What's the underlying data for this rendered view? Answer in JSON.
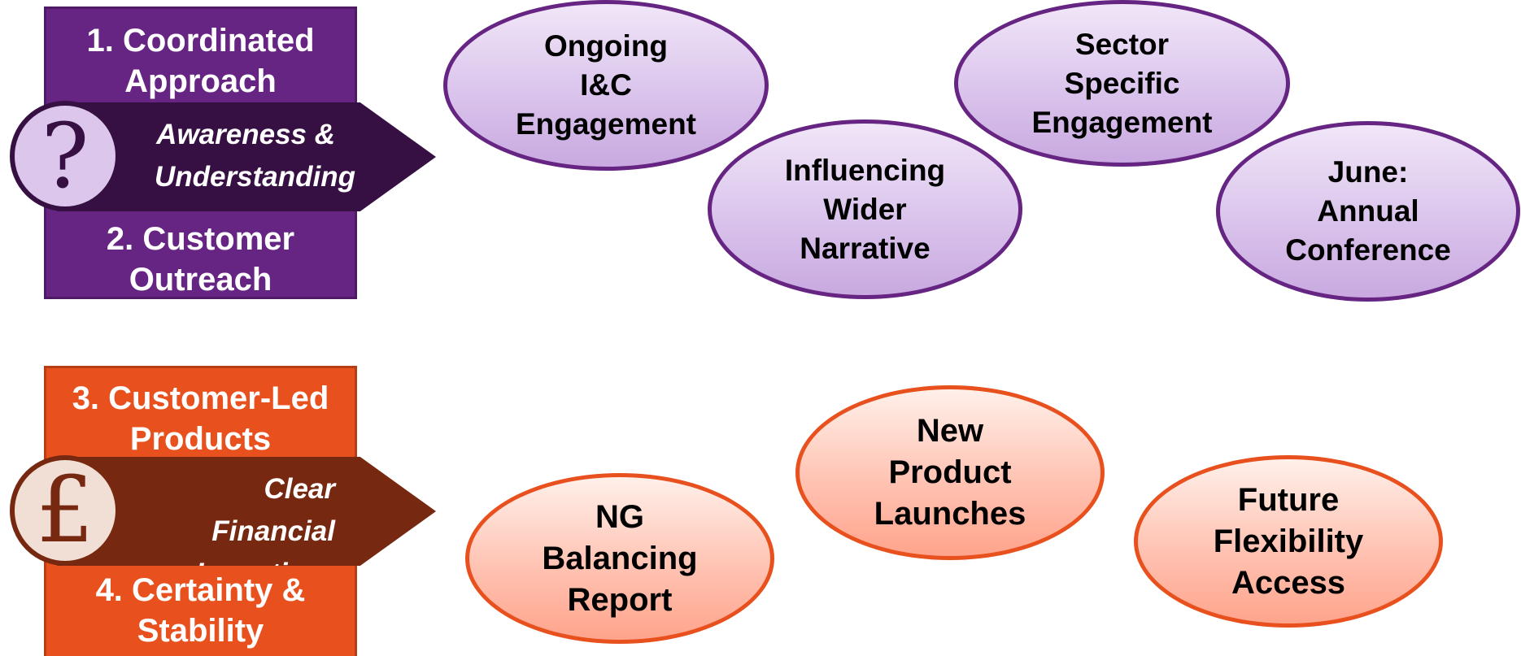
{
  "rows": [
    {
      "title_top": "1. Coordinated\nApproach",
      "title_bottom": "2. Customer\nOutreach",
      "banner": "Awareness &\nUnderstanding",
      "badge_symbol": "?",
      "badge_icon": "question-mark-icon",
      "color": "#662483",
      "items": [
        "Ongoing\nI&C\nEngagement",
        "Influencing\nWider\nNarrative",
        "Sector\nSpecific\nEngagement",
        "June:\nAnnual\nConference"
      ]
    },
    {
      "title_top": "3. Customer-Led\nProducts",
      "title_bottom": "4. Certainty &\nStability",
      "banner": "Clear Financial\nIncentives",
      "badge_symbol": "£",
      "badge_icon": "pound-sign-icon",
      "color": "#e8501e",
      "items": [
        "NG\nBalancing\nReport",
        "New\nProduct\nLaunches",
        "Future\nFlexibility\nAccess"
      ]
    }
  ]
}
